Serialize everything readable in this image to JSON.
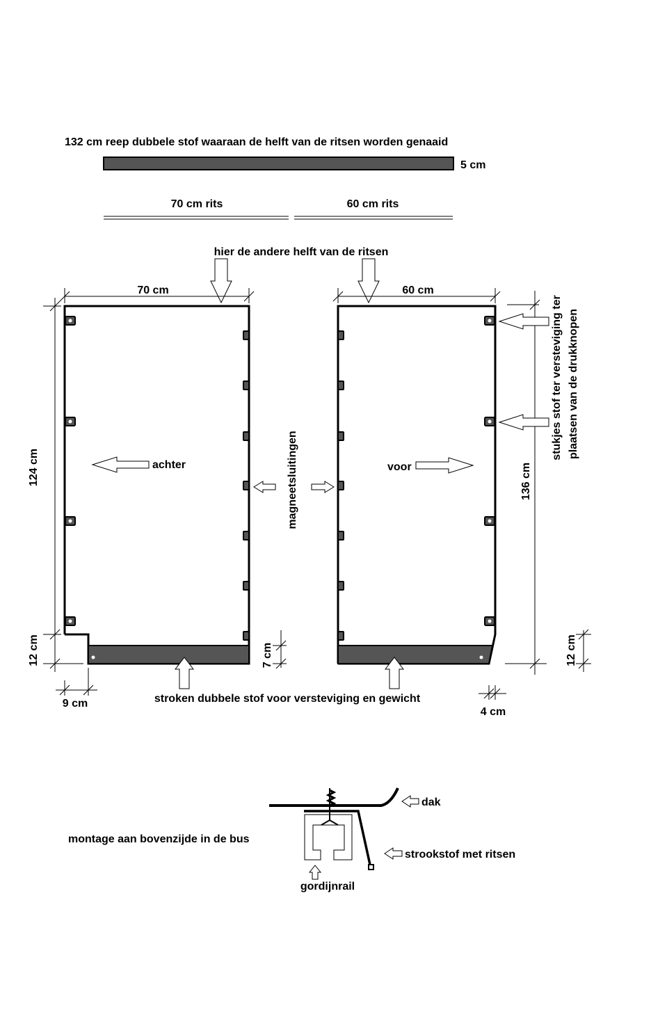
{
  "colors": {
    "fabric": "#555555",
    "line": "#000000"
  },
  "strip": {
    "title": "132 cm reep dubbele  stof waaraan de helft van de ritsen worden genaaid",
    "width_label": "5 cm"
  },
  "zippers": {
    "left": "70 cm rits",
    "right": "60 cm rits"
  },
  "top_note": "hier de andere helft van de ritsen",
  "left_panel": {
    "width": "70 cm",
    "height": "124 cm",
    "notch_height": "12 cm",
    "notch_width": "9 cm",
    "label": "achter",
    "strip_height": "7 cm"
  },
  "middle_label": "magneetsluitingen",
  "right_panel": {
    "width": "60 cm",
    "height": "136 cm",
    "bottom_height": "12 cm",
    "bottom_offset": "4 cm",
    "label": "voor"
  },
  "snap_note": {
    "line1": "stukjes stof ter versteviging ter",
    "line2": "plaatsen van de drukknopen"
  },
  "bottom_note": "stroken dubbele stof voor versteviging en gewicht",
  "mount": {
    "title": "montage aan bovenzijde in de bus",
    "roof": "dak",
    "fabric_strip": "strookstof met ritsen",
    "rail": "gordijnrail"
  }
}
